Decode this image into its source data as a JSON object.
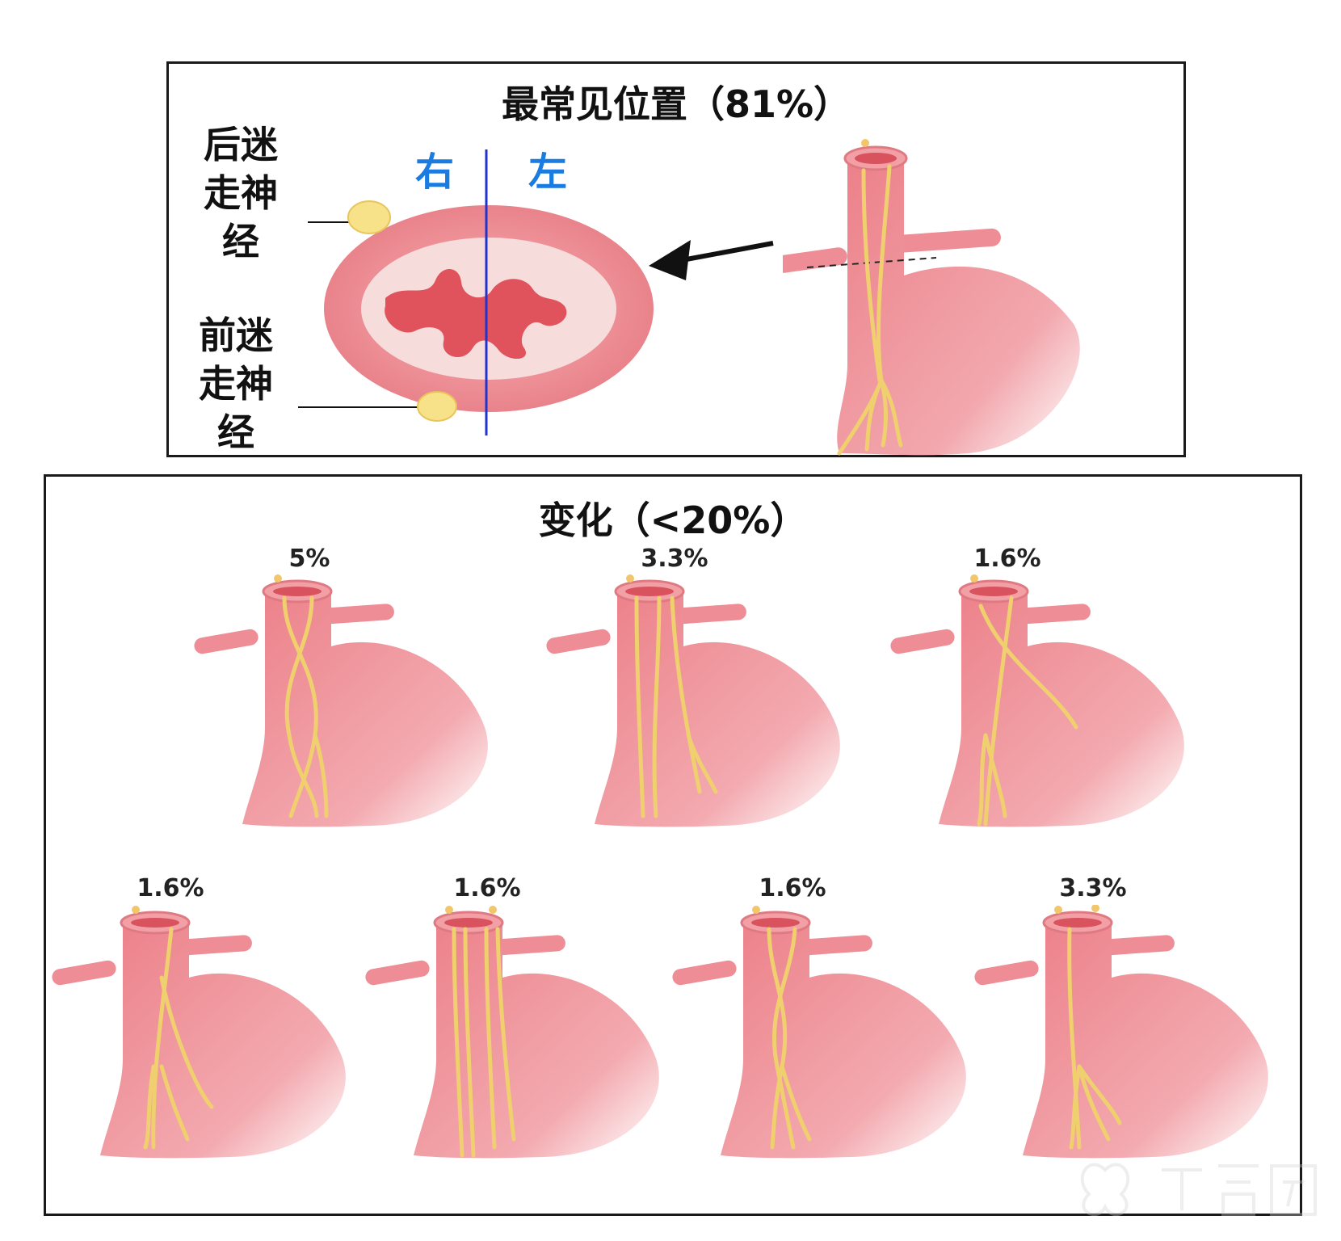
{
  "top_panel": {
    "title": "最常见位置（81%）",
    "posterior_label": "后迷走神经",
    "anterior_label": "前迷走神经",
    "side_right": "右",
    "side_left": "左"
  },
  "bottom_panel": {
    "title": "变化（<20%）",
    "variants": [
      {
        "percent": "5%"
      },
      {
        "percent": "3.3%"
      },
      {
        "percent": "1.6%"
      },
      {
        "percent": "1.6%"
      },
      {
        "percent": "1.6%"
      },
      {
        "percent": "1.6%"
      },
      {
        "percent": "3.3%"
      }
    ]
  },
  "colors": {
    "tissue": "#ec8a91",
    "tissue_light": "#f6d3d5",
    "lumen": "#e2555f",
    "nerve": "#f2d27a",
    "midline": "#2233cc",
    "accent_text": "#1a7be0"
  }
}
